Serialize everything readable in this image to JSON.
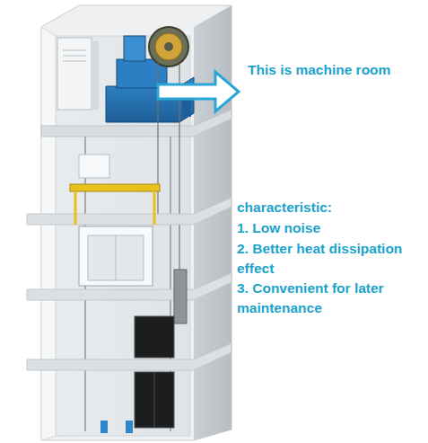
{
  "diagram": {
    "labels": [
      "This is machine room",
      "characteristic:",
      "1. Low noise",
      "2. Better heat dissipation effect",
      "3. Convenient for later maintenance"
    ]
  }
}
